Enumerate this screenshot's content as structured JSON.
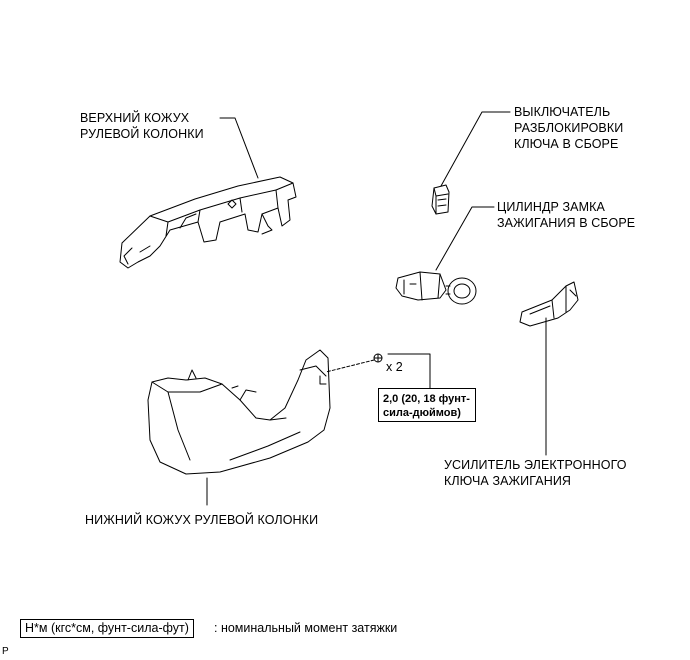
{
  "labels": {
    "upper_cover": "ВЕРХНИЙ КОЖУХ\nРУЛЕВОЙ КОЛОНКИ",
    "unlock_switch": "ВЫКЛЮЧАТЕЛЬ\nРАЗБЛОКИРОВКИ\nКЛЮЧА В СБОРЕ",
    "ignition_cylinder": "ЦИЛИНДР ЗАМКА\nЗАЖИГАНИЯ В СБОРЕ",
    "lower_cover": "НИЖНИЙ КОЖУХ РУЛЕВОЙ КОЛОНКИ",
    "key_amplifier": "УСИЛИТЕЛЬ ЭЛЕКТРОННОГО\nКЛЮЧА ЗАЖИГАНИЯ"
  },
  "screw": {
    "quantity": "x 2",
    "torque": "2,0 (20, 18 фунт-\nсила-дюймов)"
  },
  "legend": {
    "units_box": "Н*м (кгс*см, фунт-сила-фут)",
    "description": ": номинальный момент затяжки"
  },
  "figure_code": "P"
}
